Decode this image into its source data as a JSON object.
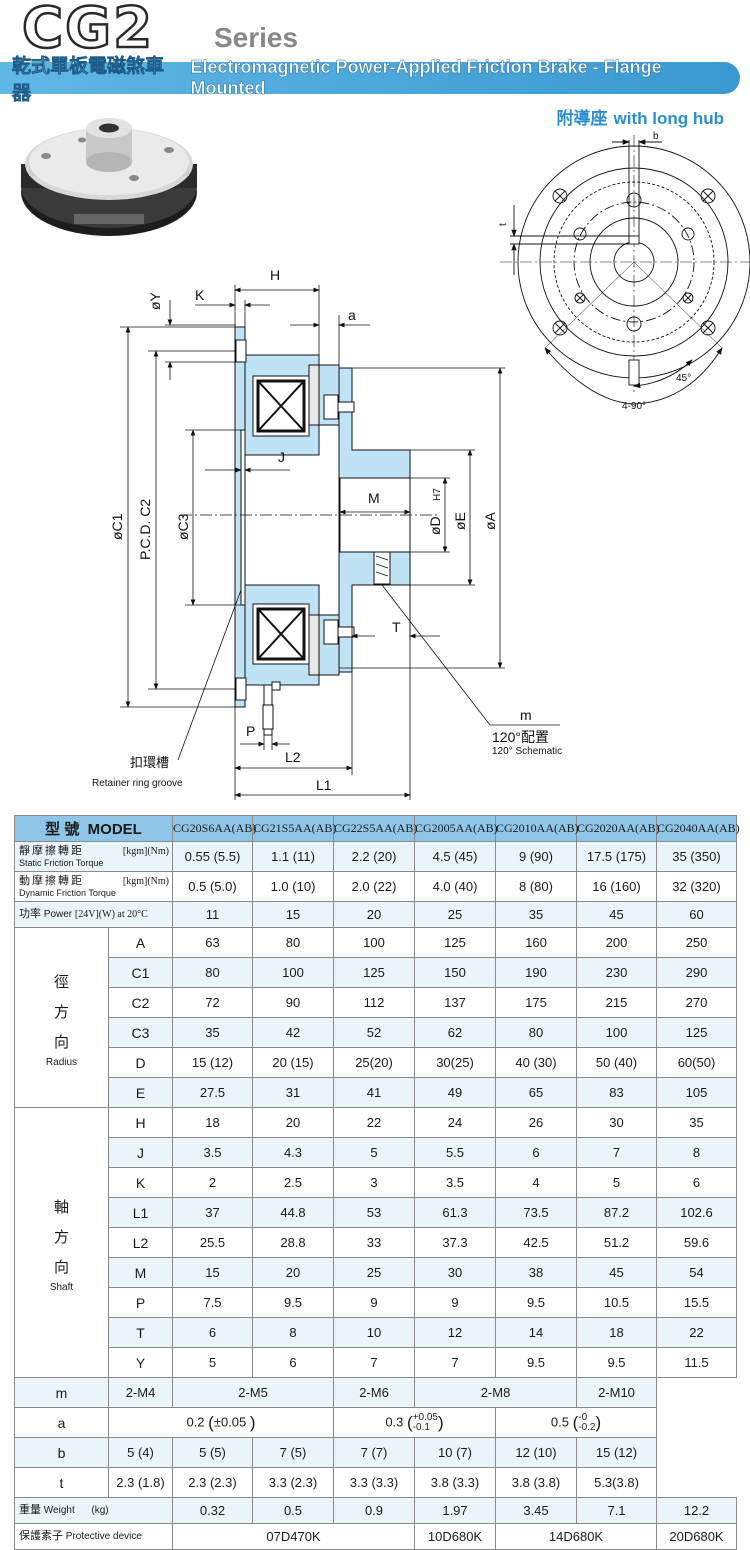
{
  "header": {
    "logo": "CG2",
    "series": "Series",
    "title_zh": "乾式單板電磁煞車器",
    "title_en": "Electromagnetic Power-Applied Friction Brake - Flange Mounted",
    "hub_zh": "附導座",
    "hub_en": "with long hub"
  },
  "drawing": {
    "dims": {
      "H": "H",
      "K": "K",
      "Y": "øY",
      "a": "a",
      "C1": "øC1",
      "C2": "P.C.D. C2",
      "C3": "øC3",
      "J": "J",
      "M": "M",
      "D": "øD",
      "D_tol": "H7",
      "E": "øE",
      "A": "øA",
      "T": "T",
      "P": "P",
      "L2": "L2",
      "L1": "L1",
      "m": "m",
      "b": "b",
      "t": "t"
    },
    "schematic_zh": "120°配置",
    "schematic_en": "120° Schematic",
    "groove_zh": "扣環槽",
    "groove_en": "Retainer ring groove",
    "angle1": "45°",
    "angle2": "4-90°"
  },
  "table": {
    "model_zh": "型 號",
    "model_en": "MODEL",
    "models": [
      "CG20S6AA(AB)",
      "CG21S5AA(AB)",
      "CG22S5AA(AB)",
      "CG2005AA(AB)",
      "CG2010AA(AB)",
      "CG2020AA(AB)",
      "CG2040AA(AB)"
    ],
    "static": {
      "zh": "靜摩擦轉距",
      "en": "Static Friction Torque",
      "unit": "[kgm](Nm)",
      "values": [
        "0.55 (5.5)",
        "1.1 (11)",
        "2.2 (20)",
        "4.5 (45)",
        "9 (90)",
        "17.5 (175)",
        "35 (350)"
      ]
    },
    "dynamic": {
      "zh": "動摩擦轉距",
      "en": "Dynamic Friction Torque",
      "unit": "[kgm](Nm)",
      "values": [
        "0.5 (5.0)",
        "1.0 (10)",
        "2.0 (22)",
        "4.0 (40)",
        "8 (80)",
        "16 (160)",
        "32 (320)"
      ]
    },
    "power": {
      "zh": "功率",
      "en": "Power",
      "unit": "[24V](W) at 20°C",
      "values": [
        "11",
        "15",
        "20",
        "25",
        "35",
        "45",
        "60"
      ]
    },
    "radius_zh": [
      "徑",
      "方",
      "向"
    ],
    "radius_en": "Radius",
    "radius_rows": [
      {
        "sym": "A",
        "values": [
          "63",
          "80",
          "100",
          "125",
          "160",
          "200",
          "250"
        ]
      },
      {
        "sym": "C1",
        "values": [
          "80",
          "100",
          "125",
          "150",
          "190",
          "230",
          "290"
        ]
      },
      {
        "sym": "C2",
        "values": [
          "72",
          "90",
          "112",
          "137",
          "175",
          "215",
          "270"
        ]
      },
      {
        "sym": "C3",
        "values": [
          "35",
          "42",
          "52",
          "62",
          "80",
          "100",
          "125"
        ]
      },
      {
        "sym": "D",
        "values": [
          "15 (12)",
          "20 (15)",
          "25(20)",
          "30(25)",
          "40 (30)",
          "50 (40)",
          "60(50)"
        ]
      },
      {
        "sym": "E",
        "values": [
          "27.5",
          "31",
          "41",
          "49",
          "65",
          "83",
          "105"
        ]
      }
    ],
    "shaft_zh": [
      "軸",
      "方",
      "向"
    ],
    "shaft_en": "Shaft",
    "shaft_rows": [
      {
        "sym": "H",
        "values": [
          "18",
          "20",
          "22",
          "24",
          "26",
          "30",
          "35"
        ]
      },
      {
        "sym": "J",
        "values": [
          "3.5",
          "4.3",
          "5",
          "5.5",
          "6",
          "7",
          "8"
        ]
      },
      {
        "sym": "K",
        "values": [
          "2",
          "2.5",
          "3",
          "3.5",
          "4",
          "5",
          "6"
        ]
      },
      {
        "sym": "L1",
        "values": [
          "37",
          "44.8",
          "53",
          "61.3",
          "73.5",
          "87.2",
          "102.6"
        ]
      },
      {
        "sym": "L2",
        "values": [
          "25.5",
          "28.8",
          "33",
          "37.3",
          "42.5",
          "51.2",
          "59.6"
        ]
      },
      {
        "sym": "M",
        "values": [
          "15",
          "20",
          "25",
          "30",
          "38",
          "45",
          "54"
        ]
      },
      {
        "sym": "P",
        "values": [
          "7.5",
          "9.5",
          "9",
          "9",
          "9.5",
          "10.5",
          "15.5"
        ]
      },
      {
        "sym": "T",
        "values": [
          "6",
          "8",
          "10",
          "12",
          "14",
          "18",
          "22"
        ]
      },
      {
        "sym": "Y",
        "values": [
          "5",
          "6",
          "7",
          "7",
          "9.5",
          "9.5",
          "11.5"
        ]
      }
    ],
    "m_row": {
      "sym": "m",
      "v1": "2-M4",
      "v2": "2-M5",
      "v3": "2-M6",
      "v4": "2-M8",
      "v5": "2-M10"
    },
    "a_row": {
      "sym": "a",
      "v1_base": "0.2",
      "v1_tol": "±0.05",
      "v2_base": "0.3",
      "v2_up": "+0.05",
      "v2_dn": "-0.1",
      "v3_base": "0.5",
      "v3_up": "-0",
      "v3_dn": "-0.2"
    },
    "b_row": {
      "sym": "b",
      "values": [
        "5 (4)",
        "5 (5)",
        "7 (5)",
        "7 (7)",
        "10 (7)",
        "12 (10)",
        "15 (12)"
      ]
    },
    "t_row": {
      "sym": "t",
      "values": [
        "2.3 (1.8)",
        "2.3 (2.3)",
        "3.3 (2.3)",
        "3.3 (3.3)",
        "3.8 (3.3)",
        "3.8 (3.8)",
        "5.3(3.8)"
      ]
    },
    "weight": {
      "zh": "重量",
      "en": "Weight",
      "unit": "(kg)",
      "values": [
        "0.32",
        "0.5",
        "0.9",
        "1.97",
        "3.45",
        "7.1",
        "12.2"
      ]
    },
    "protect": {
      "zh": "保護素子",
      "en": "Protective device",
      "v1": "07D470K",
      "v2": "10D680K",
      "v3": "14D680K",
      "v4": "20D680K"
    }
  },
  "colors": {
    "accent": "#3a98d1",
    "part_fill": "#bfe3f5",
    "row_alt": "#e9f4fb",
    "header": "#8fc6e8"
  }
}
